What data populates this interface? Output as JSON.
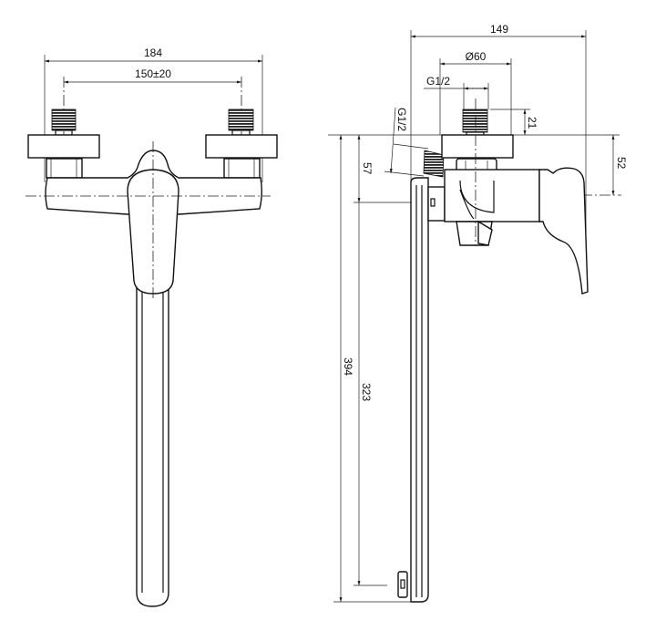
{
  "title": "Wall-mounted mixer tap technical drawing",
  "front_view": {
    "dimensions": {
      "overall_width": "184",
      "inlet_spacing": "150±20"
    }
  },
  "side_view": {
    "dimensions": {
      "overall_depth": "149",
      "flange_diameter": "Ø60",
      "inlet_thread": "G1/2",
      "outlet_thread": "G1/2",
      "thread_length": "21",
      "axis_height": "52",
      "spout_offset": "57",
      "total_height": "394",
      "spout_length": "323"
    }
  },
  "colors": {
    "line": "#111111",
    "background": "#ffffff"
  }
}
